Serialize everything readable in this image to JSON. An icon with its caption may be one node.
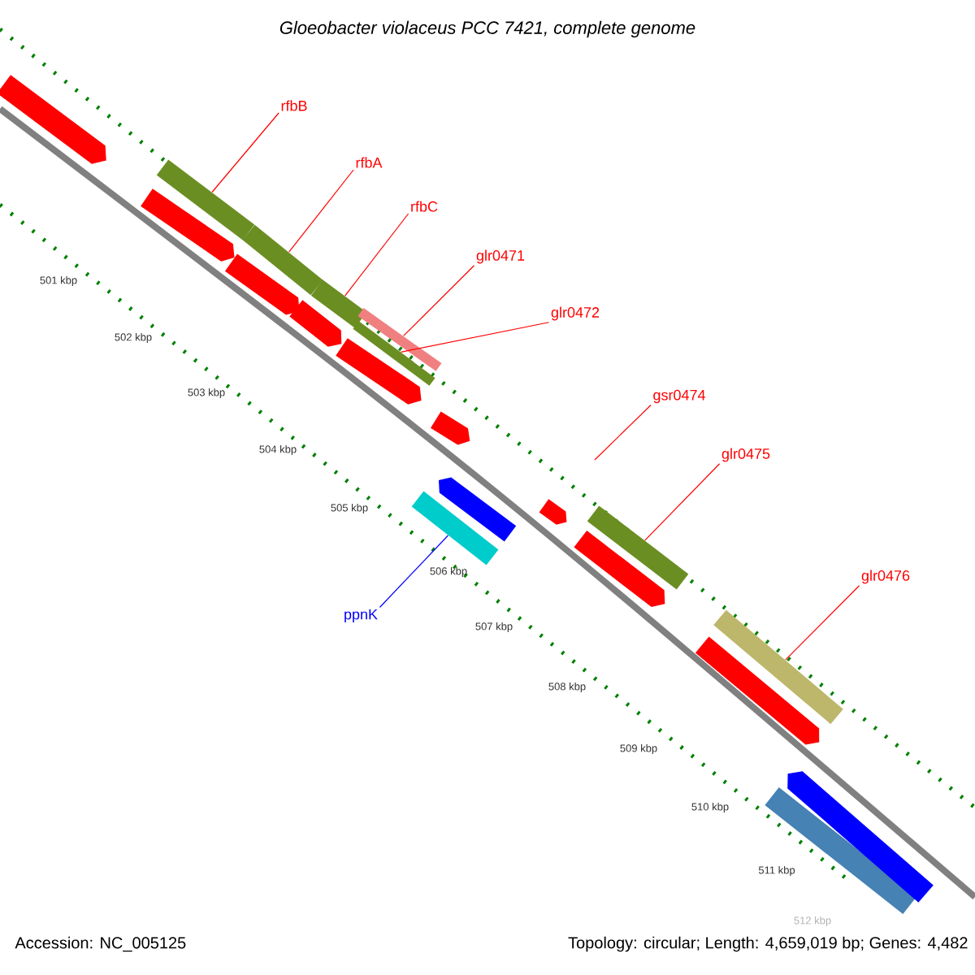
{
  "diagram": {
    "title": "Gloeobacter violaceus PCC 7421, complete genome",
    "nodes": [
      {
        "text": [
          "rfbB"
        ]
      },
      {
        "text": [
          "rfbA"
        ]
      },
      {
        "text": [
          "rfbC"
        ]
      },
      {
        "text": [
          "glr0471"
        ]
      },
      {
        "text": [
          "glr0472"
        ]
      },
      {
        "text": [
          "gsr0474"
        ]
      },
      {
        "text": [
          "glr0475"
        ]
      },
      {
        "text": [
          "glr0476"
        ]
      },
      {
        "text": [
          "ppnK"
        ]
      },
      {
        "text": [],
        "shape": "arrow"
      },
      {
        "text": [],
        "shape": "arrow"
      },
      {
        "text": [],
        "shape": "bar"
      },
      {
        "text": [],
        "shape": "arrow"
      },
      {
        "text": [],
        "shape": "bar"
      },
      {
        "text": [],
        "shape": "arrow"
      },
      {
        "text": [],
        "shape": "bar"
      },
      {
        "text": [],
        "shape": "arrow"
      },
      {
        "text": [],
        "shape": "bar"
      },
      {
        "text": [],
        "shape": "bar"
      },
      {
        "text": [],
        "shape": "bar"
      },
      {
        "text": [],
        "shape": "arrow"
      },
      {
        "text": [],
        "shape": "arrow"
      },
      {
        "text": [],
        "shape": "arrow"
      },
      {
        "text": [],
        "shape": "arrow"
      },
      {
        "text": [],
        "shape": "bar"
      },
      {
        "text": [],
        "shape": "arrow"
      },
      {
        "text": [],
        "shape": "bar"
      },
      {
        "text": [],
        "shape": "bar"
      },
      {
        "text": [],
        "shape": "arrow"
      }
    ],
    "edges": [
      {
        "from": 0,
        "to": 11,
        "arrow": "none"
      },
      {
        "from": 1,
        "to": 13,
        "arrow": "none"
      },
      {
        "from": 2,
        "to": 15,
        "arrow": "none"
      },
      {
        "from": 3,
        "to": 18,
        "arrow": "none"
      },
      {
        "from": 4,
        "to": 17,
        "arrow": "none"
      },
      {
        "from": 5,
        "to": null,
        "arrow": "none"
      },
      {
        "from": 6,
        "to": 24,
        "arrow": "none"
      },
      {
        "from": 7,
        "to": 26,
        "arrow": "none"
      },
      {
        "from": 8,
        "to": 19,
        "arrow": "none",
        "color": "#0000ff"
      }
    ],
    "labels": [
      "501 kbp",
      "502 kbp",
      "503 kbp",
      "504 kbp",
      "505 kbp",
      "506 kbp",
      "507 kbp",
      "508 kbp",
      "509 kbp",
      "510 kbp",
      "511 kbp",
      "512 kbp",
      "Accession: NC_005125",
      "Topology: circular; Length: 4,659,019 bp; Genes: 4,482"
    ]
  }
}
